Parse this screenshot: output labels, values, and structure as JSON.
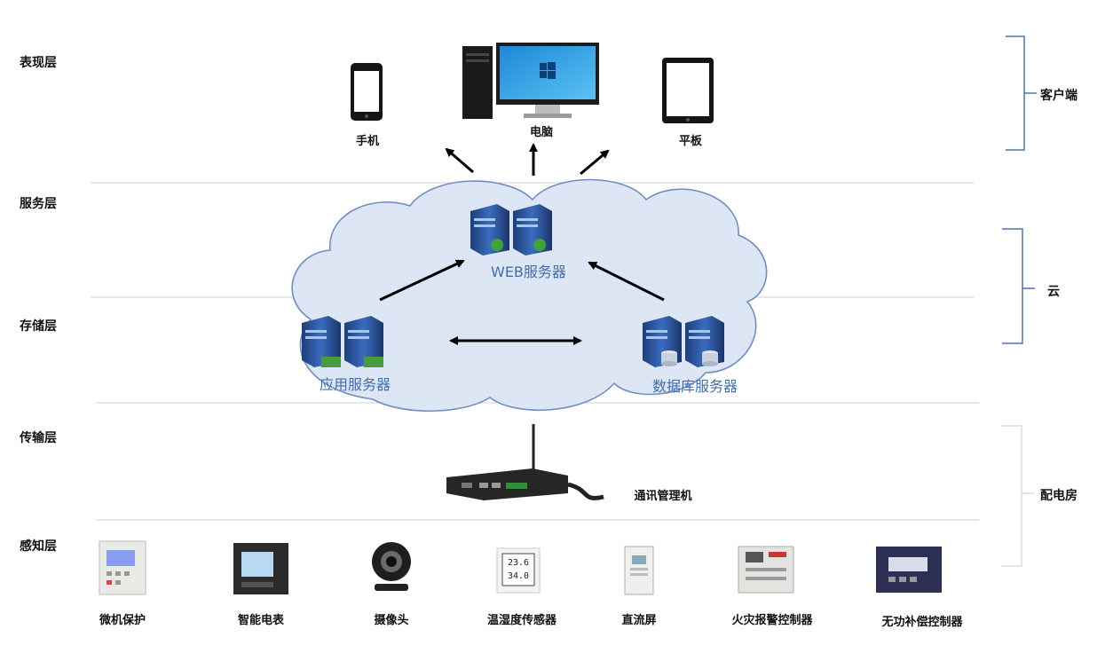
{
  "layers": {
    "presentation": "表现层",
    "service": "服务层",
    "storage": "存储层",
    "transmission": "传输层",
    "perception": "感知层"
  },
  "groups": {
    "client": "客户端",
    "cloud": "云",
    "power_room": "配电房"
  },
  "clients": {
    "phone": "手机",
    "computer": "电脑",
    "tablet": "平板"
  },
  "servers": {
    "web": "WEB服务器",
    "app": "应用服务器",
    "database": "数据库服务器"
  },
  "gateway": "通讯管理机",
  "sensors": [
    "微机保护",
    "智能电表",
    "摄像头",
    "温湿度传感器",
    "直流屏",
    "火灾报警控制器",
    "无功补偿控制器"
  ],
  "sensor_readouts": {
    "thermo_top": "23.6",
    "thermo_bottom": "34.0"
  },
  "colors": {
    "cloud_fill": "#dce6f4",
    "cloud_stroke": "#6f8fc4",
    "bracket": "#4a72b5",
    "server_label": "#3f6fb0"
  }
}
